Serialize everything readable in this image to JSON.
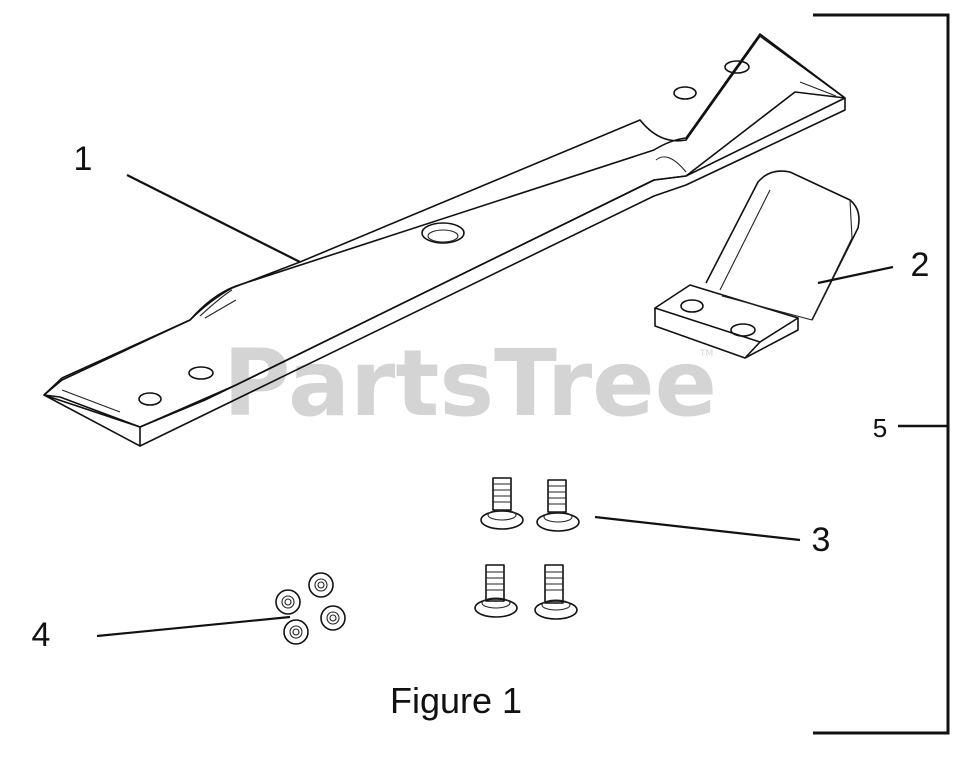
{
  "figure": {
    "caption": "Figure 1",
    "watermark": "PartsTree",
    "trademark": "TM"
  },
  "callouts": {
    "c1": "1",
    "c2": "2",
    "c3": "3",
    "c4": "4",
    "c5": "5"
  },
  "parts": [
    {
      "ref": "1",
      "icon": "blade-icon"
    },
    {
      "ref": "2",
      "icon": "mulching-baffle-icon"
    },
    {
      "ref": "3",
      "icon": "bolt-icon"
    },
    {
      "ref": "4",
      "icon": "lock-nut-icon"
    },
    {
      "ref": "5",
      "icon": "kit-bracket-icon"
    }
  ]
}
